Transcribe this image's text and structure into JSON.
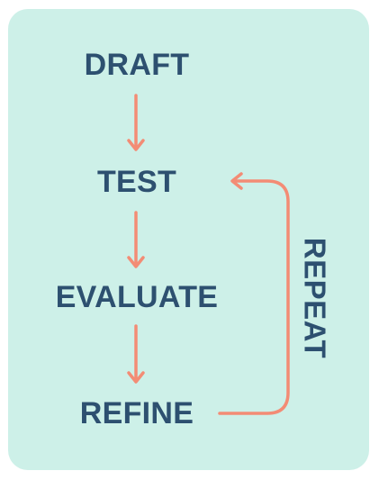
{
  "steps": {
    "draft": "DRAFT",
    "test": "TEST",
    "evaluate": "EVALUATE",
    "refine": "REFINE"
  },
  "loop_label": "REPEAT",
  "colors": {
    "background": "#cdf0e8",
    "text": "#2d5070",
    "arrow": "#f38c75"
  }
}
